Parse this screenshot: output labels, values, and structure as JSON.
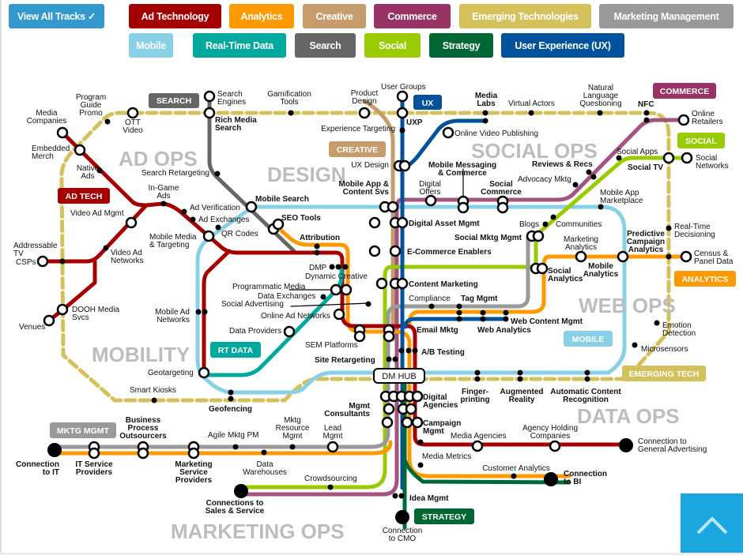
{
  "filters": {
    "view_all": "View All Tracks ✓",
    "tracks": [
      {
        "label": "Ad Technology",
        "color": "#a50000"
      },
      {
        "label": "Analytics",
        "color": "#ff9900"
      },
      {
        "label": "Creative",
        "color": "#c69c6d"
      },
      {
        "label": "Commerce",
        "color": "#993366"
      },
      {
        "label": "Emerging Technologies",
        "color": "#d4c15c"
      },
      {
        "label": "Marketing Management",
        "color": "#999999"
      },
      {
        "label": "Mobile",
        "color": "#87d0e6"
      },
      {
        "label": "Real-Time Data",
        "color": "#00a99d"
      },
      {
        "label": "Search",
        "color": "#666666"
      },
      {
        "label": "Social",
        "color": "#99cc00"
      },
      {
        "label": "Strategy",
        "color": "#006633"
      },
      {
        "label": "User Experience (UX)",
        "color": "#00529b"
      }
    ]
  },
  "zones": {
    "ad_ops": "AD OPS",
    "design": "DESIGN",
    "social_ops": "SOCIAL OPS",
    "web_ops": "WEB OPS",
    "mobility": "MOBILITY",
    "data_ops": "DATA OPS",
    "marketing_ops": "MARKETING OPS"
  },
  "badges": {
    "search": "SEARCH",
    "ad_tech": "AD TECH",
    "creative": "CREATIVE",
    "ux": "UX",
    "commerce": "COMMERCE",
    "social": "SOCIAL",
    "analytics": "ANALYTICS",
    "mobile": "MOBILE",
    "rt_data": "RT DATA",
    "emerging_tech": "EMERGING TECH",
    "mktg_mgmt": "MKTG MGMT",
    "strategy": "STRATEGY"
  },
  "hub": "DM HUB",
  "labels": {
    "media_companies": [
      "Media",
      "Companies"
    ],
    "program_guide": [
      "Program",
      "Guide",
      "Promo"
    ],
    "ott_video": [
      "OTT",
      "Video"
    ],
    "search_engines": [
      "Search",
      "Engines"
    ],
    "gamification": [
      "Gamification",
      "Tools"
    ],
    "product_design": [
      "Product",
      "Design"
    ],
    "rich_media": [
      "Rich Media",
      "Search"
    ],
    "experience_targeting": [
      "Experience Targeting"
    ],
    "embedded_merch": [
      "Embedded",
      "Merch"
    ],
    "native_ads": [
      "Native",
      "Ads"
    ],
    "search_retargeting": [
      "Search Retargeting"
    ],
    "ux_design": [
      "UX Design"
    ],
    "mobile_app_content": [
      "Mobile App &",
      "Content Svs"
    ],
    "in_game": [
      "In-Game",
      "Ads"
    ],
    "video_ad_mgmt": [
      "Video Ad Mgmt"
    ],
    "ad_verification": [
      "Ad Verification"
    ],
    "ad_exchanges": [
      "Ad Exchanges"
    ],
    "mobile_search": [
      "Mobile Search"
    ],
    "seo_tools": [
      "SEO Tools"
    ],
    "qr_codes": [
      "QR Codes"
    ],
    "mobile_media": [
      "Mobile Media",
      "& Targeting"
    ],
    "addressable_tv": [
      "Addressable",
      "TV"
    ],
    "csps": [
      "CSPs"
    ],
    "video_ad_networks": [
      "Video Ad",
      "Networks"
    ],
    "attribution": [
      "Attribution"
    ],
    "dmp": [
      "DMP"
    ],
    "dynamic_creative": [
      "Dynamic Creative"
    ],
    "programmatic": [
      "Programmatic Media"
    ],
    "data_exchanges": [
      "Data Exchanges"
    ],
    "social_advertising": [
      "Social Advertising"
    ],
    "dooh": [
      "DOOH Media",
      "Svcs"
    ],
    "venues": [
      "Venues"
    ],
    "mobile_ad_networks": [
      "Mobile Ad",
      "Networks"
    ],
    "online_ad_networks": [
      "Online Ad Networks"
    ],
    "data_providers": [
      "Data Providers"
    ],
    "sem_platforms": [
      "SEM Platforms"
    ],
    "site_retargeting": [
      "Site Retargeting"
    ],
    "geotargeting": [
      "Geotargeting"
    ],
    "smart_kiosks": [
      "Smart Kiosks"
    ],
    "geofencing": [
      "Geofencing"
    ],
    "bpo": [
      "Business",
      "Process",
      "Outsourcers"
    ],
    "agile": [
      "Agile Mktg PM"
    ],
    "mrm": [
      "Mktg",
      "Resource",
      "Mgmt"
    ],
    "lead_mgmt": [
      "Lead",
      "Mgmt"
    ],
    "mgmt_consultants": [
      "Mgmt",
      "Consultants"
    ],
    "conn_it": [
      "Connection",
      "to IT"
    ],
    "it_service": [
      "IT Service",
      "Providers"
    ],
    "msp": [
      "Marketing",
      "Service",
      "Providers"
    ],
    "data_warehouses": [
      "Data",
      "Warehouses"
    ],
    "crowdsourcing": [
      "Crowdsourcing"
    ],
    "conn_sales": [
      "Connections to",
      "Sales & Service"
    ],
    "user_groups": [
      "User Groups"
    ],
    "media_labs": [
      "Media",
      "Labs"
    ],
    "virtual_actors": [
      "Virtual Actors"
    ],
    "nlq": [
      "Natural",
      "Language",
      "Questioning"
    ],
    "nfc": [
      "NFC"
    ],
    "online_retailers": [
      "Online",
      "Retailers"
    ],
    "uxp": [
      "UXP"
    ],
    "online_video_pub": [
      "Online Video Publishing"
    ],
    "social_apps": [
      "Social Apps"
    ],
    "social_networks": [
      "Social",
      "Networks"
    ],
    "social_tv": [
      "Social TV"
    ],
    "mobile_messaging": [
      "Mobile Messaging",
      "& Commerce"
    ],
    "reviews": [
      "Reviews & Recs"
    ],
    "advocacy": [
      "Advocacy Mktg"
    ],
    "digital_offers": [
      "Digital",
      "Offers"
    ],
    "social_commerce": [
      "Social",
      "Commerce"
    ],
    "app_marketplace": [
      "Mobile App",
      "Marketplace"
    ],
    "dam": [
      "Digital Asset Mgmt"
    ],
    "blogs": [
      "Blogs"
    ],
    "communities": [
      "Communities"
    ],
    "social_mktg_mgmt": [
      "Social Mktg Mgmt"
    ],
    "predictive": [
      "Predictive",
      "Campaign",
      "Analytics"
    ],
    "rt_decisioning": [
      "Real-Time",
      "Decisioning"
    ],
    "marketing_analytics": [
      "Marketing",
      "Analytics"
    ],
    "ecommerce": [
      "E-Commerce Enablers"
    ],
    "mobile_analytics": [
      "Mobile",
      "Analytics"
    ],
    "census": [
      "Census &",
      "Panel Data"
    ],
    "social_analytics": [
      "Social",
      "Analytics"
    ],
    "content_marketing": [
      "Content Marketing"
    ],
    "compliance": [
      "Compliance"
    ],
    "tag_mgmt": [
      "Tag Mgmt"
    ],
    "web_content": [
      "Web Content Mgmt"
    ],
    "email_mktg": [
      "Email Mktg"
    ],
    "web_analytics": [
      "Web Analytics"
    ],
    "emotion": [
      "Emotion",
      "Detection"
    ],
    "microsensors": [
      "Microsensors"
    ],
    "ab_testing": [
      "A/B Testing"
    ],
    "fingerprinting": [
      "Finger-",
      "printing"
    ],
    "augmented": [
      "Augmented",
      "Reality"
    ],
    "acr": [
      "Automatic Content",
      "Recognition"
    ],
    "digital_agencies": [
      "Digital",
      "Agencies"
    ],
    "campaign_mgmt": [
      "Campaign",
      "Mgmt"
    ],
    "media_agencies": [
      "Media Agencies"
    ],
    "agency_holding": [
      "Agency Holding",
      "Companies"
    ],
    "conn_general": [
      "Connection to",
      "General Advertising"
    ],
    "media_metrics": [
      "Media Metrics"
    ],
    "customer_analytics": [
      "Customer Analytics"
    ],
    "conn_bi": [
      "Connection",
      "to BI"
    ],
    "idea_mgmt": [
      "Idea Mgmt"
    ],
    "conn_cmo": [
      "Connection",
      "to CMO"
    ]
  }
}
